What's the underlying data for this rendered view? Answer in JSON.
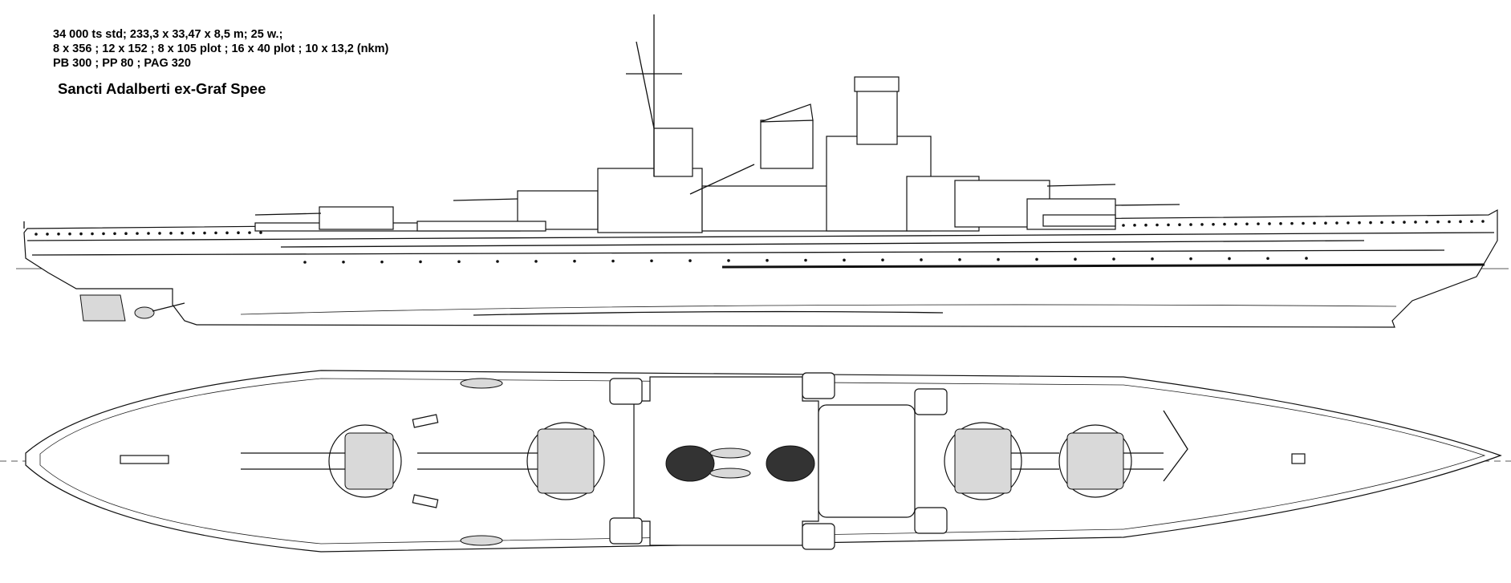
{
  "specs": {
    "line1": "34 000 ts std; 233,3 x 33,47 x 8,5 m; 25 w.;",
    "line2": "8 x 356 ; 12 x 152 ; 8 x 105 plot ; 16 x 40 plot ; 10 x 13,2 (nkm)",
    "line3": "PB 300 ; PP 80 ; PAG 320"
  },
  "ship_name": "Sancti Adalberti ex-Graf Spee",
  "views": [
    "side-profile",
    "top-plan"
  ],
  "colors": {
    "line": "#111111",
    "background": "#ffffff",
    "shade": "#d9d9d9"
  }
}
